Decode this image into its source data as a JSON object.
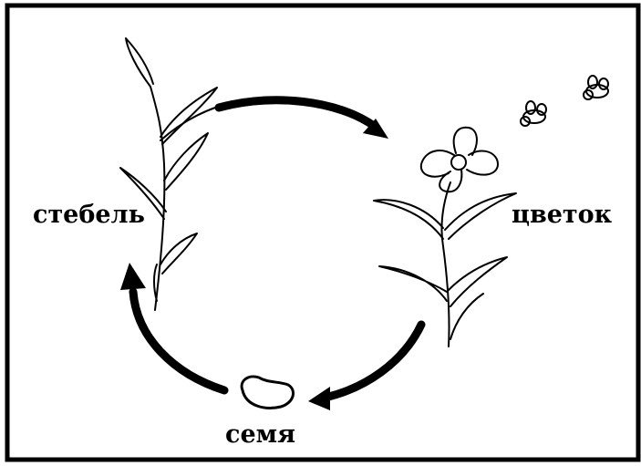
{
  "labels": {
    "stem": "стебель",
    "flower": "цветок",
    "seed": "семя"
  },
  "colors": {
    "ink": "#000000",
    "background": "#ffffff"
  },
  "icons": [
    "stem-plant-icon",
    "flowering-plant-icon",
    "bee-icon",
    "bee-icon",
    "seed-icon",
    "cycle-arrow-icon"
  ]
}
